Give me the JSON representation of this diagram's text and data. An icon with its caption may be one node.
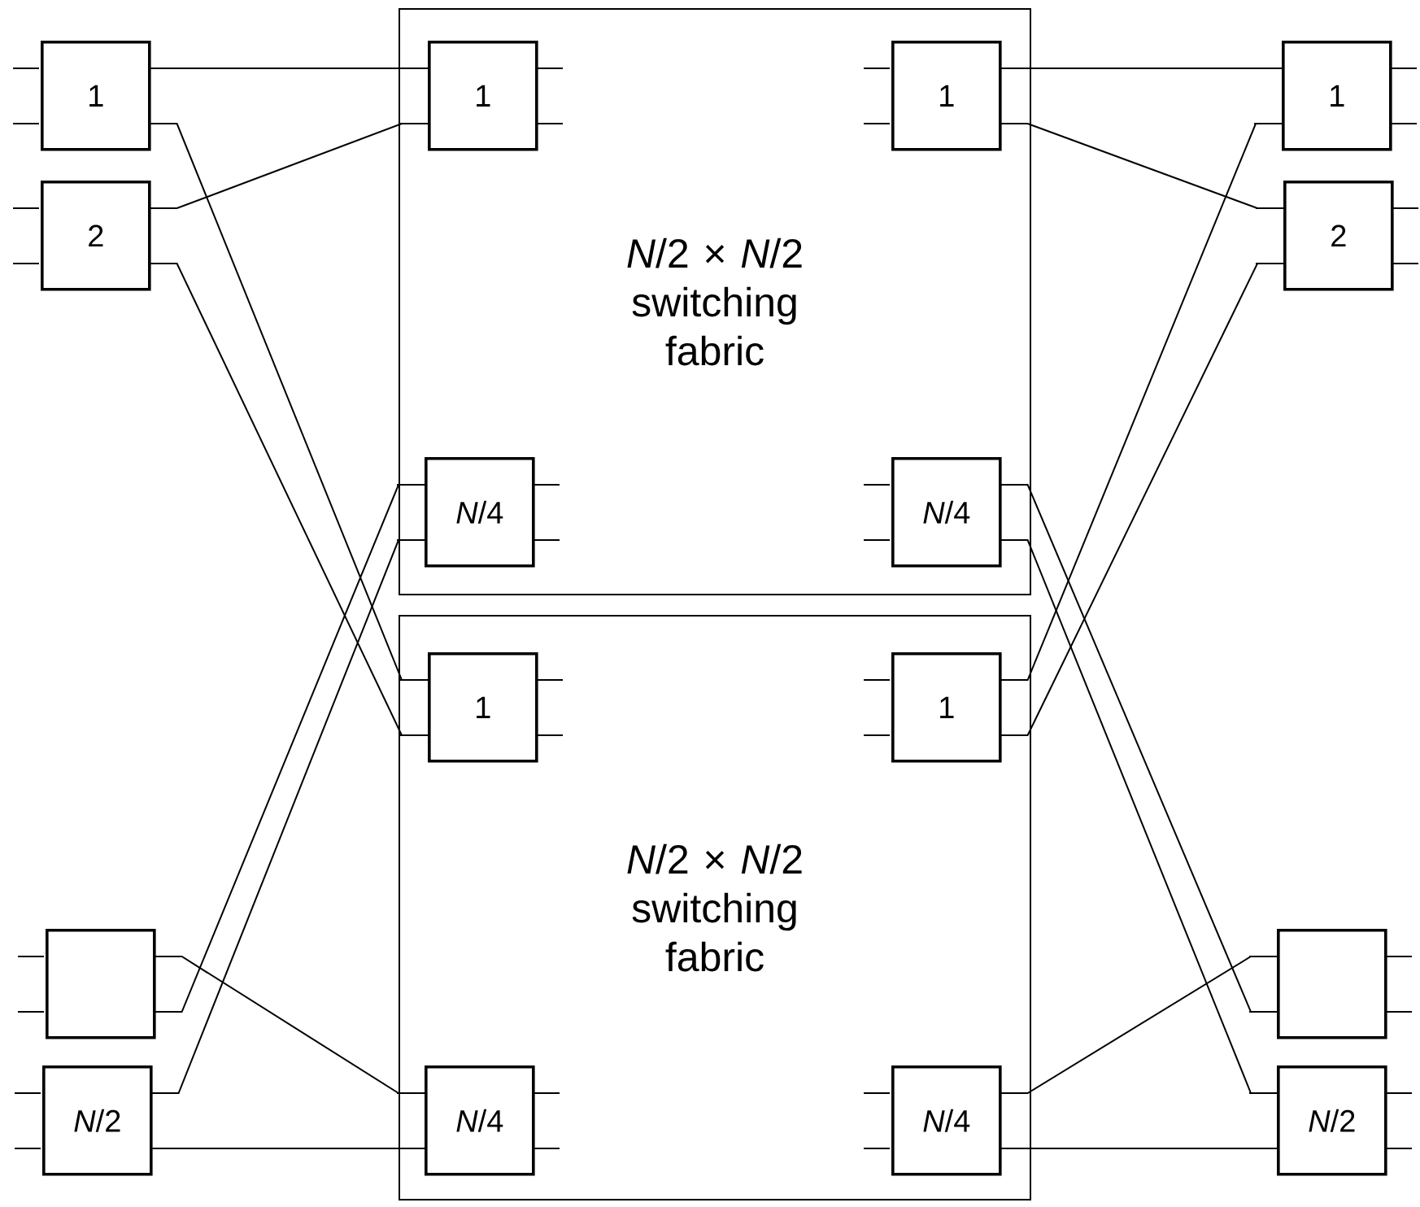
{
  "diagram": {
    "nodes": [
      {
        "text": [
          "*N*/2 × *N*/2 switching fabric"
        ]
      },
      {
        "text": [
          "1"
        ],
        "in": 0
      },
      {
        "text": [
          "1"
        ],
        "in": 0
      },
      {
        "text": [
          "*N*/4"
        ],
        "in": 0
      },
      {
        "text": [
          "*N*/4"
        ],
        "in": 0
      },
      {
        "text": [
          "*N*/2 × *N*/2 switching fabric"
        ]
      },
      {
        "text": [
          "1"
        ],
        "in": 5
      },
      {
        "text": [
          "1"
        ],
        "in": 5
      },
      {
        "text": [
          "*N*/4"
        ],
        "in": 5
      },
      {
        "text": [
          "*N*/4"
        ],
        "in": 5
      },
      {
        "text": [
          "1"
        ]
      },
      {
        "text": [
          "2"
        ]
      },
      {
        "text": [],
        "shape": "box"
      },
      {
        "text": [
          "*N*/2"
        ]
      },
      {
        "text": [
          "1"
        ]
      },
      {
        "text": [
          "2"
        ]
      },
      {
        "text": [],
        "shape": "box"
      },
      {
        "text": [
          "*N*/2"
        ]
      }
    ],
    "edges": [
      {
        "from": 10,
        "to": 1,
        "arrow": "none"
      },
      {
        "from": 10,
        "to": 6,
        "arrow": "none"
      },
      {
        "from": 11,
        "to": 1,
        "arrow": "none"
      },
      {
        "from": 11,
        "to": 6,
        "arrow": "none"
      },
      {
        "from": 12,
        "to": 8,
        "arrow": "none"
      },
      {
        "from": 12,
        "to": 3,
        "arrow": "none"
      },
      {
        "from": 13,
        "to": 3,
        "arrow": "none"
      },
      {
        "from": 13,
        "to": 8,
        "arrow": "none"
      },
      {
        "from": 2,
        "to": 14,
        "arrow": "none"
      },
      {
        "from": 2,
        "to": 15,
        "arrow": "none"
      },
      {
        "from": 7,
        "to": 14,
        "arrow": "none"
      },
      {
        "from": 7,
        "to": 15,
        "arrow": "none"
      },
      {
        "from": 4,
        "to": 16,
        "arrow": "none"
      },
      {
        "from": 4,
        "to": 17,
        "arrow": "none"
      },
      {
        "from": 9,
        "to": 16,
        "arrow": "none"
      },
      {
        "from": 9,
        "to": 17,
        "arrow": "none"
      }
    ]
  }
}
